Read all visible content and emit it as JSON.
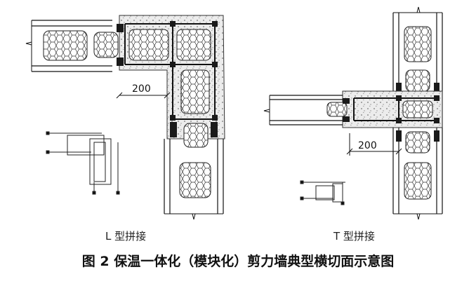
{
  "left_diagram": {
    "label": "L 型拼接",
    "dimension": "200"
  },
  "right_diagram": {
    "label": "T 型拼接",
    "dimension": "200"
  },
  "caption": "图 2   保温一体化（模块化）剪力墙典型横切面示意图",
  "colors": {
    "line": "#111111",
    "insulation": "#ffffff",
    "concrete": "#e9e9e9",
    "connector": "#1a1a1a"
  },
  "icons": {
    "insulation_pattern": "honeycomb-hatch",
    "concrete_pattern": "speckle-hatch",
    "break_line": "zigzag-break"
  }
}
